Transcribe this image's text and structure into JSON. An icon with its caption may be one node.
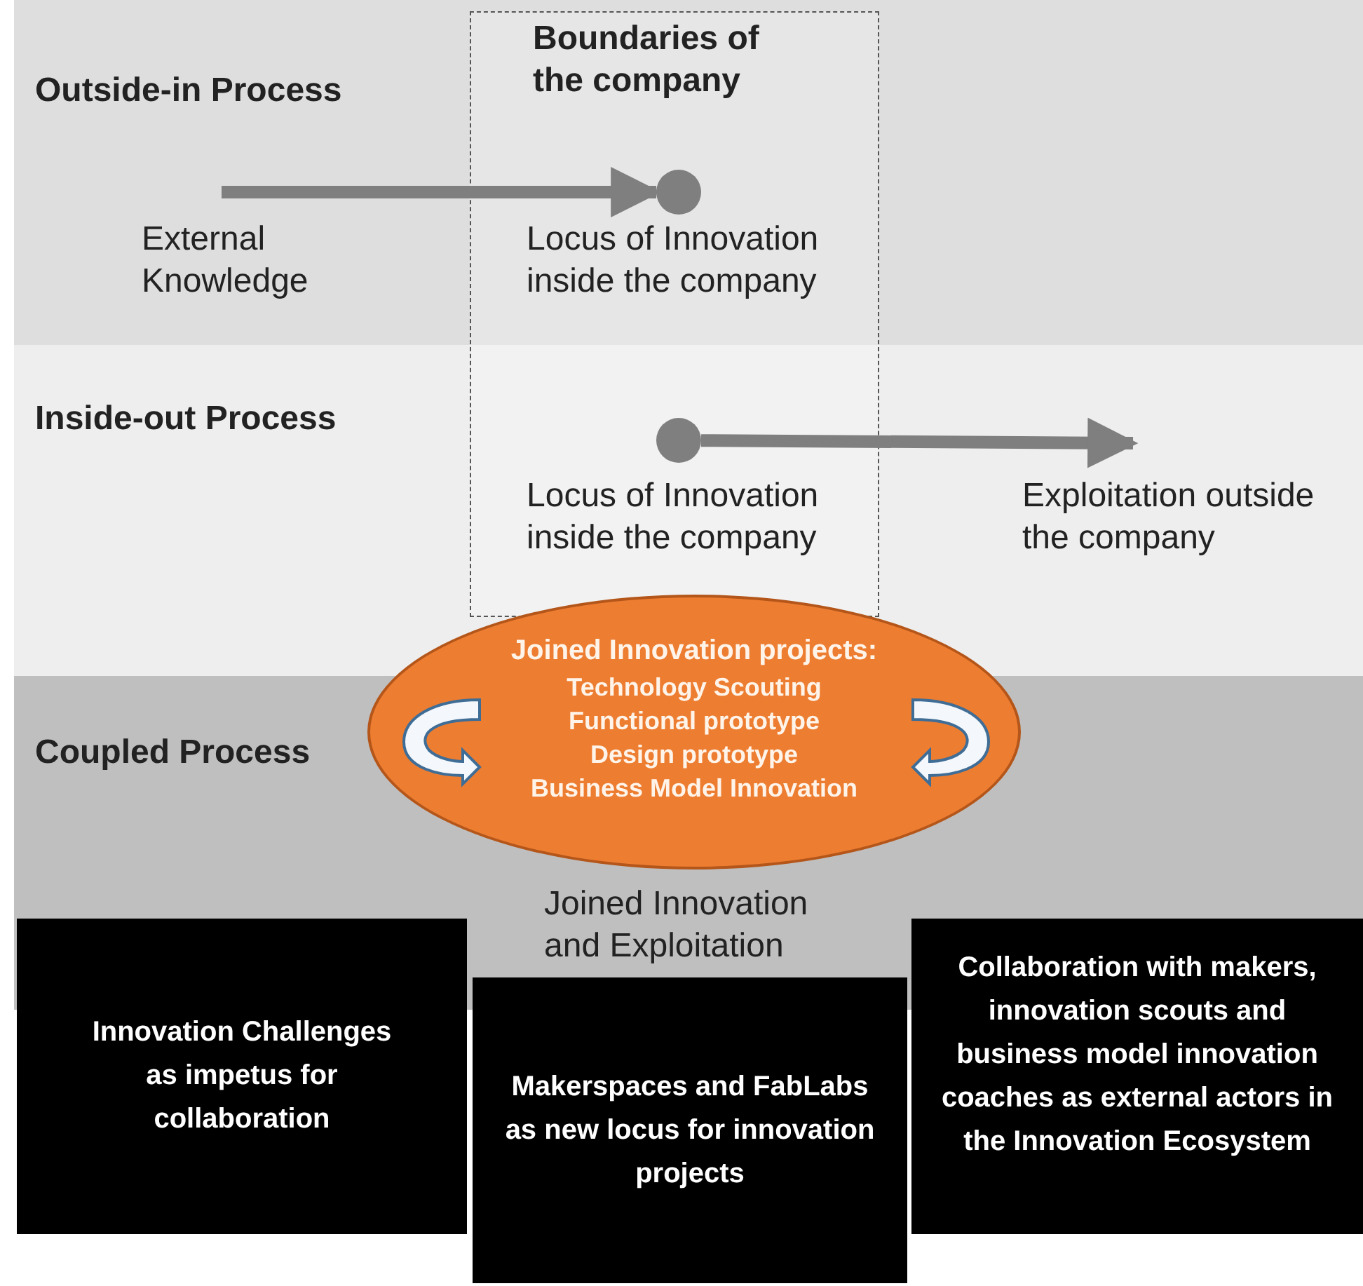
{
  "diagram": {
    "nodes": [
      {
        "text": [
          "Boundaries of the company"
        ]
      },
      {
        "text": [],
        "shape": "circle",
        "beside": [
          "Locus of Innovation inside the company"
        ],
        "in": 0
      },
      {
        "text": [],
        "shape": "circle",
        "beside": [
          "Locus of Innovation inside the company"
        ],
        "in": 0
      },
      {
        "text": [
          "Joined Innovation projects:",
          "Technology Scouting",
          "Functional prototype",
          "Design prototype",
          "Business Model Innovation"
        ]
      },
      {
        "text": [
          "Innovation Challenges as impetus for collaboration"
        ]
      },
      {
        "text": [
          "Makerspaces and FabLabs as new locus for innovation projects"
        ]
      },
      {
        "text": [
          "Collaboration with makers, innovation scouts and business model innovation coaches as external actors in the Innovation Ecosystem"
        ]
      }
    ],
    "edges": [
      {
        "from": null,
        "to": 1,
        "arrow": "to"
      },
      {
        "from": 2,
        "to": null,
        "arrow": "to"
      }
    ],
    "labels": [
      "Outside-in Process",
      "Inside-out Process",
      "Coupled Process",
      "External Knowledge",
      "Exploitation outside the company",
      "Joined Innovation and Exploitation"
    ]
  }
}
